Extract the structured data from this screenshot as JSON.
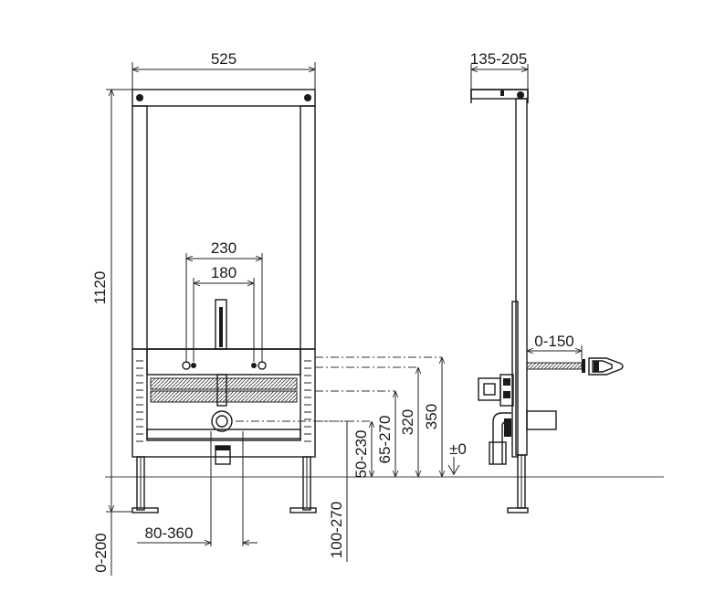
{
  "front_view": {
    "width_label": "525",
    "height_label": "1120",
    "outer_spacing_label": "230",
    "inner_spacing_label": "180",
    "drain_offset_label": "80-360",
    "floor_offset_label": "0-200",
    "drain_height_label": "50-230",
    "supply_lower_label": "65-270",
    "supply_320_label": "320",
    "supply_350_label": "350",
    "drain_depth_label": "100-270",
    "floor_level_label": "±0"
  },
  "side_view": {
    "depth_label": "135-205",
    "rod_label": "0-150"
  }
}
